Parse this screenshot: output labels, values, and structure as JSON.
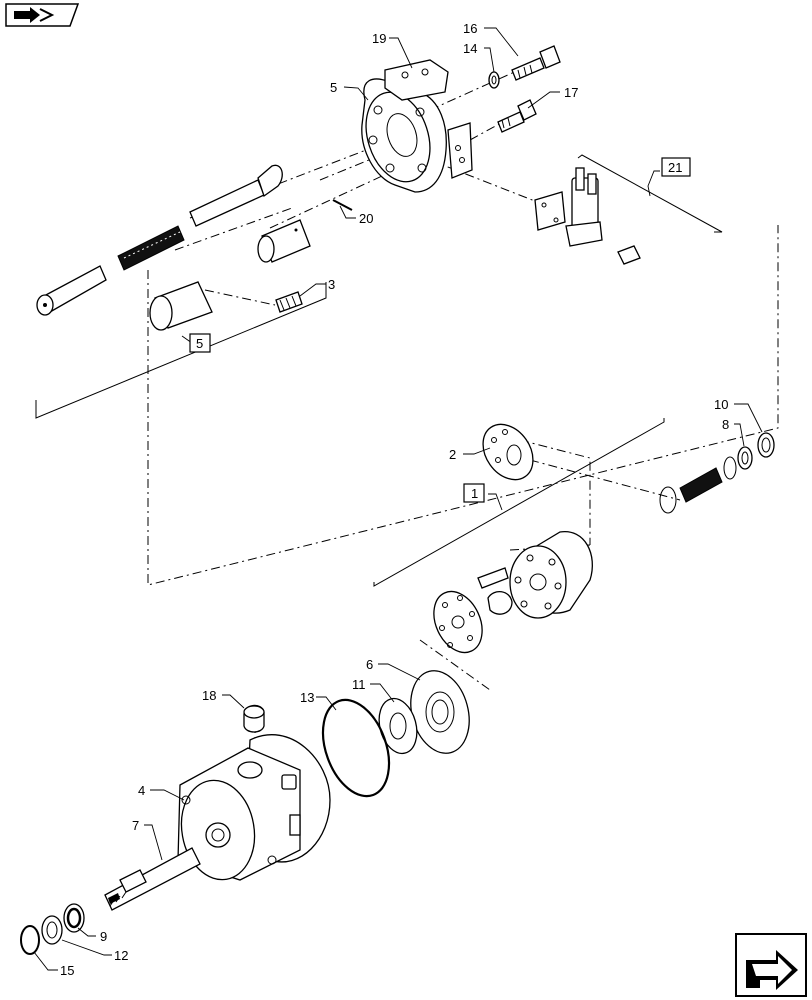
{
  "diagram": {
    "callouts": {
      "c1": "1",
      "c2": "2",
      "c3": "3",
      "c4": "4",
      "c5": "5",
      "c6": "6",
      "c7": "7",
      "c8": "8",
      "c9": "9",
      "c10": "10",
      "c11": "11",
      "c12": "12",
      "c13": "13",
      "c14": "14",
      "c15": "15",
      "c16": "16",
      "c17": "17",
      "c18": "18",
      "c19": "19",
      "c20": "20",
      "c21": "21"
    },
    "boxed_callouts": [
      "1",
      "5",
      "21"
    ]
  },
  "nav": {
    "top_left_icon": "book-arrow-icon",
    "bottom_right_icon": "next-page-arrow-icon"
  }
}
